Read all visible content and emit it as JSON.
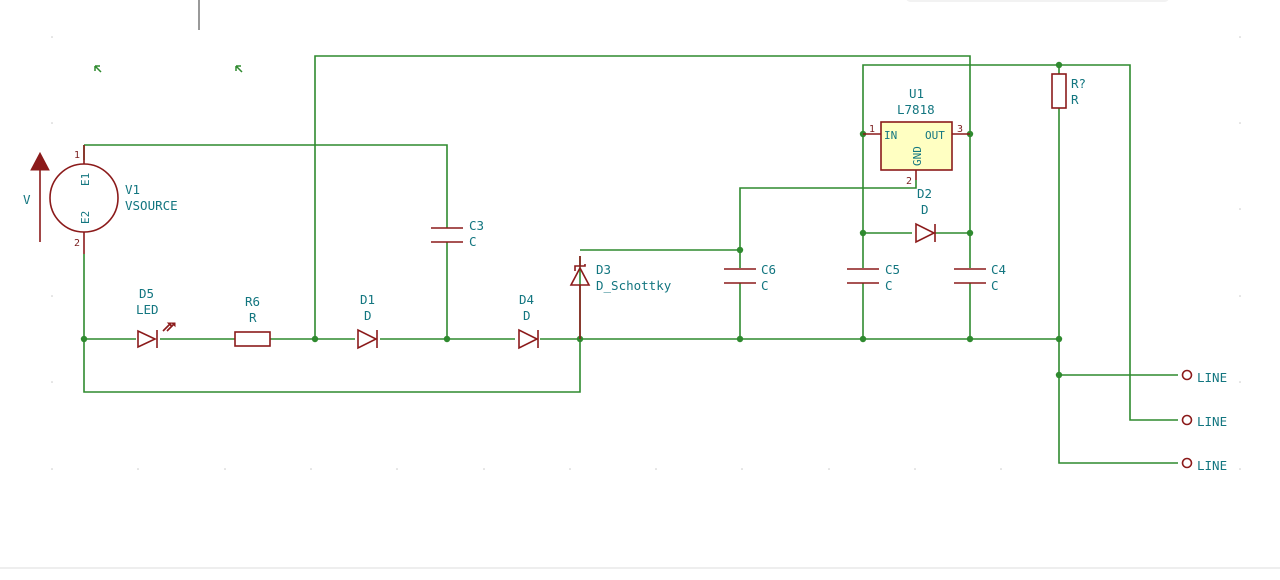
{
  "colors": {
    "wire": "#2f8a2f",
    "component": "#8b1a1a",
    "text": "#137680",
    "ic_fill": "#ffffc2",
    "background": "#ffffff"
  },
  "components": {
    "v1": {
      "ref": "V1",
      "value": "VSOURCE",
      "pin_top": "E1",
      "pin_bottom": "E2",
      "pin_top_num": "1",
      "pin_bottom_num": "2",
      "arrow_label": "V"
    },
    "d5": {
      "ref": "D5",
      "value": "LED"
    },
    "r6": {
      "ref": "R6",
      "value": "R"
    },
    "d1": {
      "ref": "D1",
      "value": "D"
    },
    "c3": {
      "ref": "C3",
      "value": "C"
    },
    "d4": {
      "ref": "D4",
      "value": "D"
    },
    "d3": {
      "ref": "D3",
      "value": "D_Schottky"
    },
    "c6": {
      "ref": "C6",
      "value": "C"
    },
    "c5": {
      "ref": "C5",
      "value": "C"
    },
    "c4": {
      "ref": "C4",
      "value": "C"
    },
    "d2": {
      "ref": "D2",
      "value": "D"
    },
    "u1": {
      "ref": "U1",
      "value": "L7818",
      "pin_in": "IN",
      "pin_out": "OUT",
      "pin_gnd": "GND",
      "pin_in_num": "1",
      "pin_out_num": "3",
      "pin_gnd_num": "2"
    },
    "rq": {
      "ref": "R?",
      "value": "R"
    }
  },
  "terminals": [
    {
      "label": "LINE"
    },
    {
      "label": "LINE"
    },
    {
      "label": "LINE"
    }
  ]
}
